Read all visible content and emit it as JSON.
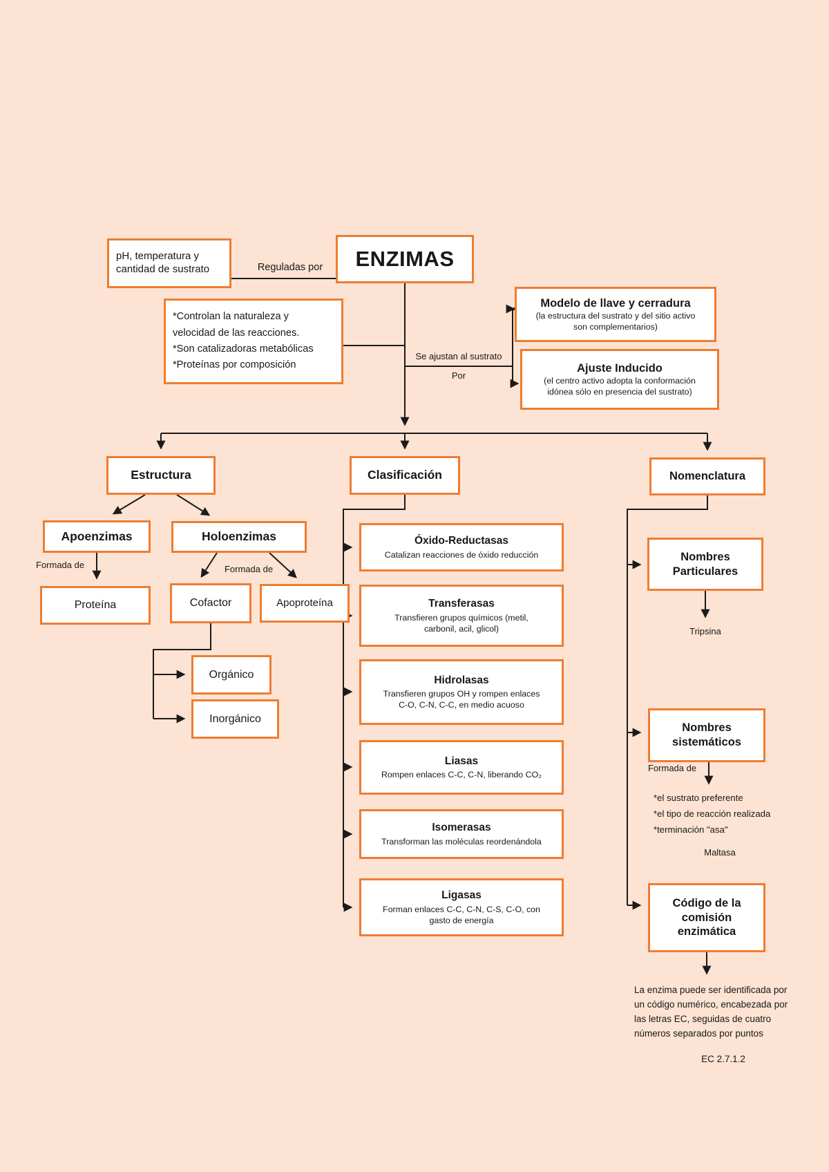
{
  "colors": {
    "bg": "#fce3d3",
    "accent": "#ed7d31",
    "ink": "#181818",
    "line": "#1b1b1b"
  },
  "enzimas": {
    "title": "ENZIMAS"
  },
  "edges": {
    "reguladas": "Reguladas por",
    "se_ajustan": "Se ajustan al sustrato",
    "por": "Por",
    "formada_de_1": "Formada de",
    "formada_de_2": "Formada de",
    "formada_de_3": "Formada de"
  },
  "ph": {
    "lines": [
      "pH, temperatura y",
      "cantidad de sustrato"
    ]
  },
  "controlan": {
    "lines": [
      "*Controlan la naturaleza y",
      "velocidad de las reacciones.",
      "*Son catalizadoras metabólicas",
      "*Proteínas por composición"
    ]
  },
  "modelo": {
    "title": "Modelo de llave y cerradura",
    "desc_lines": [
      "(la estructura del sustrato y del sitio activo",
      "son complementarios)"
    ]
  },
  "ajuste": {
    "title": "Ajuste Inducido",
    "desc_lines": [
      "(el centro activo adopta la conformación",
      "idónea sólo en presencia del sustrato)"
    ]
  },
  "branches": {
    "estructura": "Estructura",
    "clasificacion": "Clasificación",
    "nomenclatura": "Nomenclatura"
  },
  "estructura": {
    "apoenzimas": "Apoenzimas",
    "holoenzimas": "Holoenzimas",
    "proteina": "Proteína",
    "cofactor": "Cofactor",
    "apoproteina": "Apoproteína",
    "organico": "Orgánico",
    "inorganico": "Inorgánico"
  },
  "clasificacion": {
    "items": [
      {
        "title": "Óxido-Reductasas",
        "desc_lines": [
          "Catalizan reacciones de óxido reducción"
        ]
      },
      {
        "title": "Transferasas",
        "desc_lines": [
          "Transfieren grupos químicos (metil,",
          "carbonil, acil, glicol)"
        ]
      },
      {
        "title": "Hidrolasas",
        "desc_lines": [
          "Transfieren grupos OH y rompen enlaces",
          "C-O, C-N, C-C, en medio acuoso"
        ]
      },
      {
        "title": "Liasas",
        "desc_lines": [
          "Rompen enlaces C-C, C-N, liberando CO₂"
        ]
      },
      {
        "title": "Isomerasas",
        "desc_lines": [
          "Transforman las moléculas reordenándola"
        ]
      },
      {
        "title": "Ligasas",
        "desc_lines": [
          "Forman enlaces C-C, C-N, C-S, C-O, con",
          "gasto de energía"
        ]
      }
    ]
  },
  "nomenclatura": {
    "nombres_particulares": {
      "lines": [
        "Nombres",
        "Particulares"
      ]
    },
    "tripsina": "Tripsina",
    "nombres_sistematicos": {
      "lines": [
        "Nombres",
        "sistemáticos"
      ]
    },
    "bullets": [
      "*el sustrato preferente",
      "*el tipo de reacción realizada",
      "*terminación \"asa\""
    ],
    "maltasa": "Maltasa",
    "codigo": {
      "lines": [
        "Código de la",
        "comisión",
        "enzimática"
      ]
    },
    "ec_note_lines": [
      "La enzima puede ser identificada por",
      "un código numérico, encabezada por",
      "las letras EC, seguidas de cuatro",
      "números separados por puntos"
    ],
    "ec_code": "EC 2.7.1.2"
  }
}
